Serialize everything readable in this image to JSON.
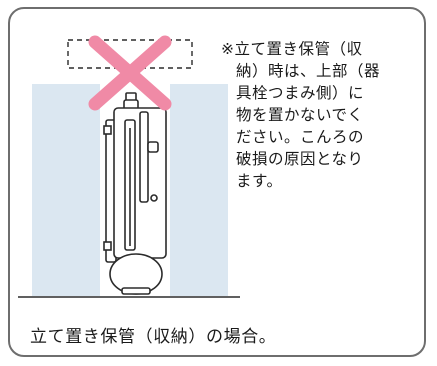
{
  "note": {
    "lines": [
      "※立て置き保管（収",
      "納）時は、上部（器",
      "具栓つまみ側）に",
      "物を置かないでく",
      "ださい。こんろの",
      "破損の原因となり",
      "ます。"
    ]
  },
  "caption": "立て置き保管（収納）の場合。",
  "colors": {
    "cross": "#f08aa6",
    "panel": "#dbe7f1",
    "outline": "#2b2b2b",
    "frame": "#6e6e6e"
  },
  "icons": {
    "prohibited": "x-mark-icon",
    "device": "portable-stove-icon"
  }
}
